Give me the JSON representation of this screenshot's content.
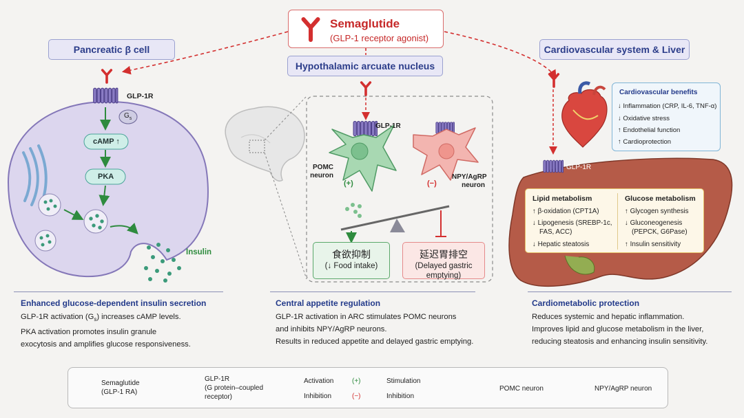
{
  "drug": {
    "name": "Semaglutide",
    "subtitle": "(GLP-1 receptor agonist)"
  },
  "panels": {
    "beta": {
      "header": "Pancreatic β cell",
      "receptor": "GLP-1R",
      "gs_label": "G",
      "gs_sub": "s",
      "camp": "cAMP ↑",
      "pka": "PKA",
      "insulin": "Insulin",
      "title": "Enhanced glucose-dependent insulin secretion",
      "lines": [
        "GLP-1R activation (G",
        "s",
        ") increases cAMP levels.",
        "PKA activation promotes insulin granule",
        "exocytosis and amplifies glucose responsiveness."
      ]
    },
    "hypo": {
      "header": "Hypothalamic arcuate nucleus",
      "receptor": "GLP-1R",
      "pomc": [
        "POMC",
        "neuron"
      ],
      "npy": [
        "NPY/AgRP",
        "neuron"
      ],
      "plus": "(+)",
      "minus": "(−)",
      "food": {
        "a": "食欲抑制",
        "b": "(↓ Food intake)"
      },
      "delay": {
        "a": "延迟胃排空",
        "b1": "(Delayed gastric",
        "b2": "emptying)"
      },
      "title": "Central appetite regulation",
      "lines": [
        "GLP-1R activation in ARC stimulates POMC neurons",
        "and inhibits NPY/AgRP neurons.",
        "Results in reduced appetite and delayed gastric emptying."
      ]
    },
    "cardio": {
      "header": "Cardiovascular system & Liver",
      "receptor": "GLP-1R",
      "benefits_title": "Cardiovascular benefits",
      "benefits": [
        "↓ Inflammation (CRP, IL-6, TNF-α)",
        "↓ Oxidative stress",
        "↑ Endothelial function",
        "↑ Cardioprotection"
      ],
      "lipid_title": "Lipid metabolism",
      "lipid": [
        "↑ β-oxidation (CPT1A)",
        "↓ Lipogenesis (SREBP-1c,",
        "FAS, ACC)",
        "↓ Hepatic steatosis"
      ],
      "glucose_title": "Glucose metabolism",
      "glucose": [
        "↑ Glycogen synthesis",
        "↓ Gluconeogenesis",
        "(PEPCK, G6Pase)",
        "↑ Insulin sensitivity"
      ],
      "title": "Cardiometabolic protection",
      "lines": [
        "Reduces systemic and hepatic inflammation.",
        "Improves lipid and glucose metabolism in the liver,",
        "reducing steatosis and enhancing insulin sensitivity."
      ]
    }
  },
  "legend": {
    "sema": [
      "Semaglutide",
      "(GLP-1 RA)"
    ],
    "glp": [
      "GLP-1R",
      "(G protein–coupled",
      "receptor)"
    ],
    "activation": "Activation",
    "inhibition": "Inhibition",
    "stim_sym": "(+)",
    "stim": "Stimulation",
    "inh_sym": "(−)",
    "inh": "Inhibition",
    "pomc": "POMC neuron",
    "npy": "NPY/AgRP neuron"
  },
  "colors": {
    "red": "#d32f2f",
    "green": "#2e8b3e",
    "purple": "#7b6bb0",
    "navy": "#233a8a"
  }
}
